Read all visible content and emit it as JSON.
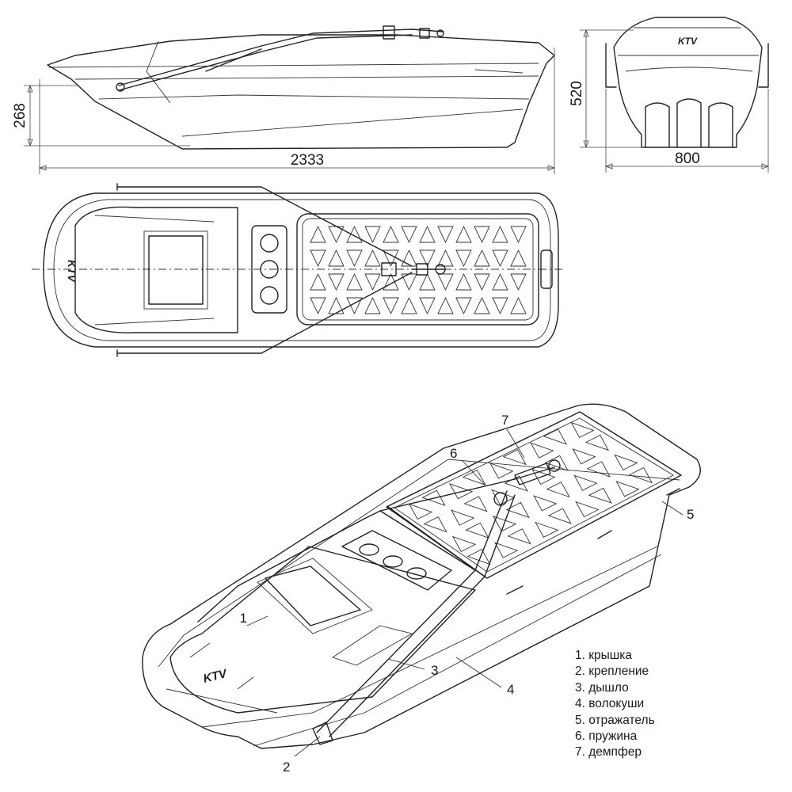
{
  "dimensions": {
    "length": "2333",
    "height": "268",
    "total_height": "520",
    "width": "800"
  },
  "brand": "KTV",
  "callouts": [
    "1",
    "2",
    "3",
    "4",
    "5",
    "6",
    "7"
  ],
  "legend": [
    "1. крышка",
    "2. крепление",
    "3. дышло",
    "4. волокуши",
    "5. отражатель",
    "6. пружина",
    "7. демпфер"
  ]
}
